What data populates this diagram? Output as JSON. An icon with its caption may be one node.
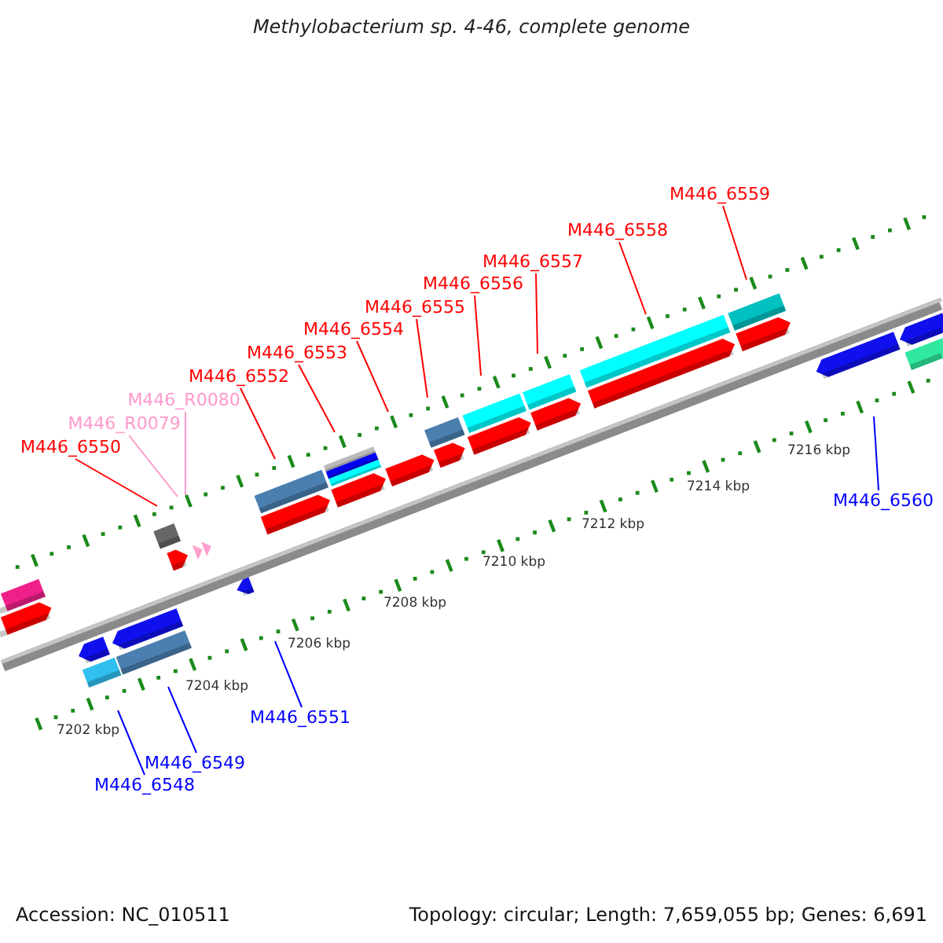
{
  "diagram": {
    "title": "Methylobacterium sp. 4-46, complete genome",
    "nodes": [
      {
        "text": [
          "M446_6550"
        ]
      },
      {
        "text": [
          "M446_R0079"
        ]
      },
      {
        "text": [
          "M446_R0080"
        ]
      },
      {
        "text": [
          "M446_6552"
        ]
      },
      {
        "text": [
          "M446_6553"
        ]
      },
      {
        "text": [
          "M446_6554"
        ]
      },
      {
        "text": [
          "M446_6555"
        ]
      },
      {
        "text": [
          "M446_6556"
        ]
      },
      {
        "text": [
          "M446_6557"
        ]
      },
      {
        "text": [
          "M446_6558"
        ]
      },
      {
        "text": [
          "M446_6559"
        ]
      },
      {
        "text": [
          "M446_6548"
        ]
      },
      {
        "text": [
          "M446_6549"
        ]
      },
      {
        "text": [
          "M446_6551"
        ]
      },
      {
        "text": [
          "M446_6560"
        ]
      }
    ],
    "edges": [
      {
        "from": 0,
        "to": null,
        "arrow": "none"
      },
      {
        "from": 1,
        "to": null,
        "arrow": "none",
        "color": "#ff99cc"
      },
      {
        "from": 2,
        "to": null,
        "arrow": "none",
        "color": "#ff99cc"
      },
      {
        "from": 3,
        "to": null,
        "arrow": "none"
      },
      {
        "from": 4,
        "to": null,
        "arrow": "none"
      },
      {
        "from": 5,
        "to": null,
        "arrow": "none"
      },
      {
        "from": 6,
        "to": null,
        "arrow": "none"
      },
      {
        "from": 7,
        "to": null,
        "arrow": "none"
      },
      {
        "from": 8,
        "to": null,
        "arrow": "none"
      },
      {
        "from": 9,
        "to": null,
        "arrow": "none"
      },
      {
        "from": 10,
        "to": null,
        "arrow": "none"
      },
      {
        "from": 11,
        "to": null,
        "arrow": "none",
        "color": "#0000ff"
      },
      {
        "from": 12,
        "to": null,
        "arrow": "none",
        "color": "#0000ff"
      },
      {
        "from": 13,
        "to": null,
        "arrow": "none",
        "color": "#0000ff"
      },
      {
        "from": 14,
        "to": null,
        "arrow": "none",
        "color": "#0000ff"
      }
    ],
    "labels": [
      "7202 kbp",
      "7204 kbp",
      "7206 kbp",
      "7208 kbp",
      "7210 kbp",
      "7212 kbp",
      "7214 kbp",
      "7216 kbp",
      "Accession: NC_010511",
      "Topology: circular; Length: 7,659,055 bp; Genes: 6,691"
    ]
  }
}
